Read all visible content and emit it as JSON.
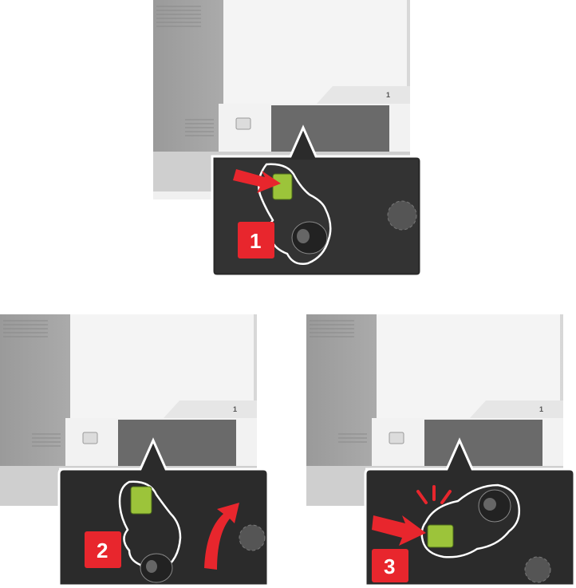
{
  "figure": {
    "steps": [
      {
        "badge": "1",
        "tray_label": "1",
        "action": "push"
      },
      {
        "badge": "2",
        "tray_label": "1",
        "action": "lift"
      },
      {
        "badge": "3",
        "tray_label": "1",
        "action": "insert"
      }
    ]
  },
  "colors": {
    "badge_red": "#e8262d",
    "arrow_red": "#e8262d",
    "latch_green": "#9cc43a",
    "callout_dark": "#2b2b2b",
    "printer_white": "#f3f3f3"
  }
}
